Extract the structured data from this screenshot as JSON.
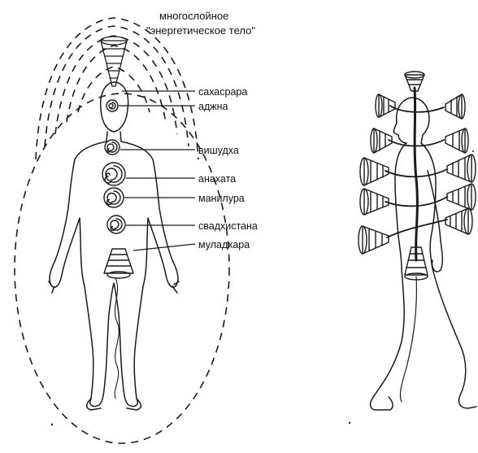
{
  "title": {
    "line1": "многослойное",
    "line2": "\"энергетическое тело\""
  },
  "chakras": [
    {
      "id": "sahasrara",
      "label": "сахасрара"
    },
    {
      "id": "ajna",
      "label": "аджна"
    },
    {
      "id": "vishuddha",
      "label": "вишудха"
    },
    {
      "id": "anahata",
      "label": "анахата"
    },
    {
      "id": "manipura",
      "label": "манилура"
    },
    {
      "id": "svadhisthana",
      "label": "свадхистана"
    },
    {
      "id": "muladhara",
      "label": "муладхара"
    }
  ]
}
